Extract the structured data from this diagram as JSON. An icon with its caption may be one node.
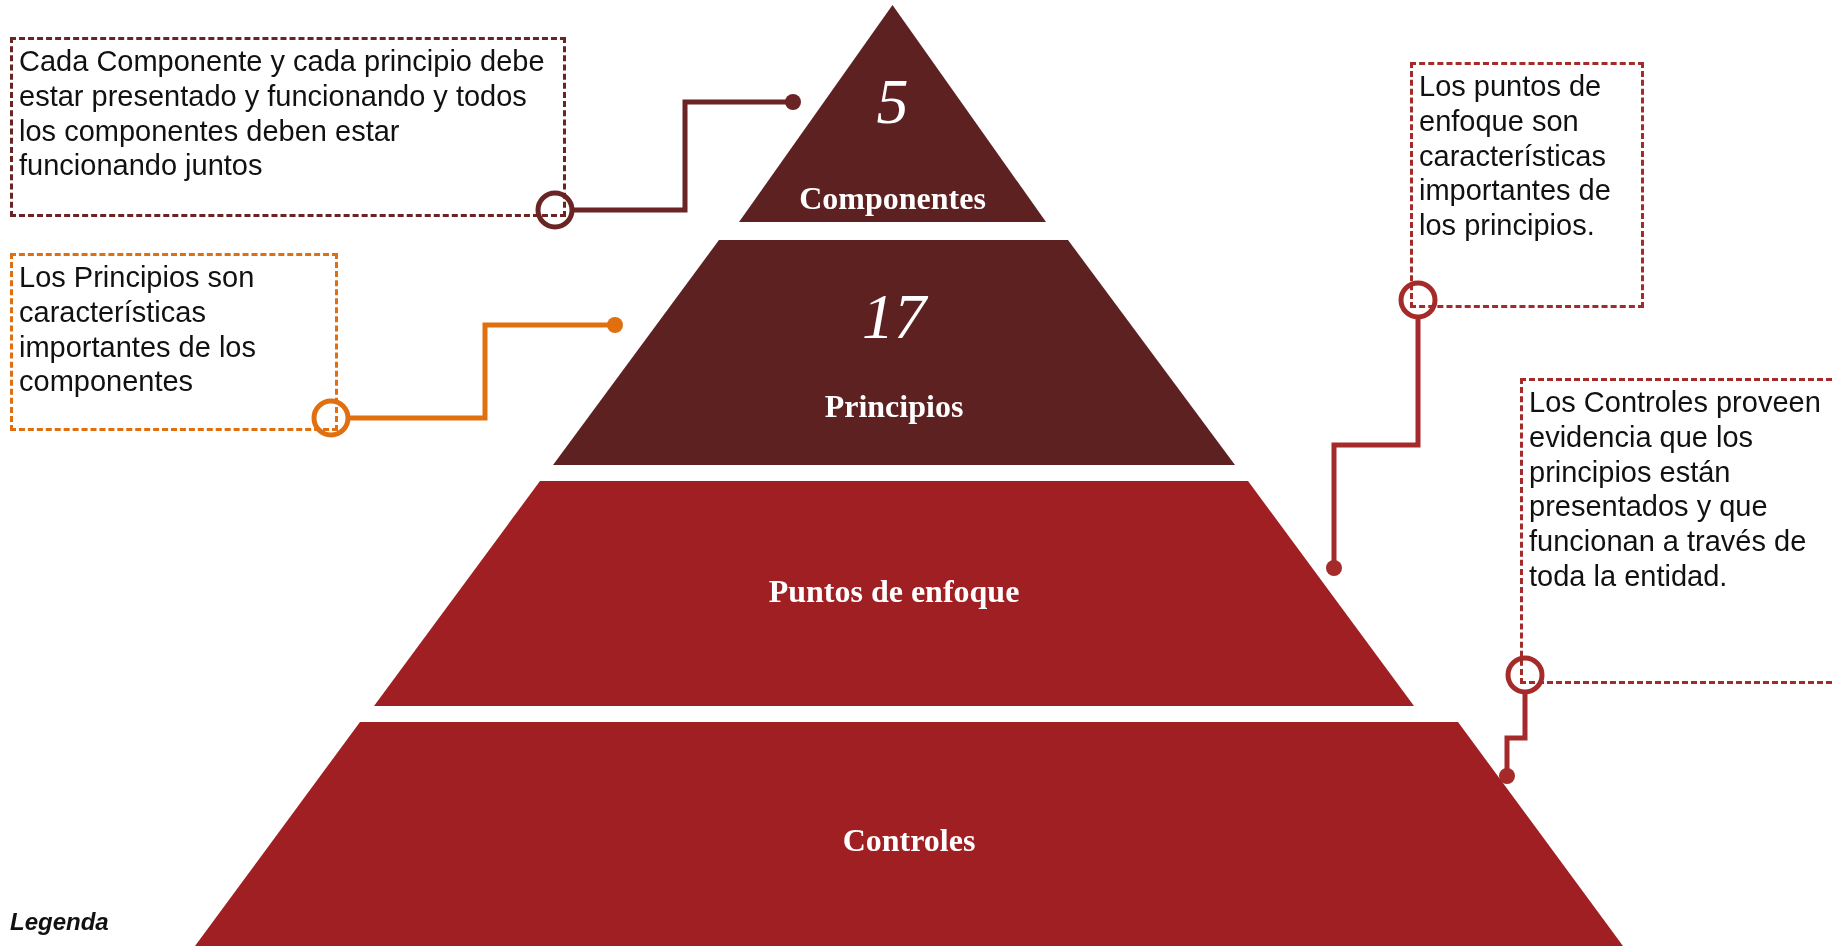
{
  "diagram": {
    "nodes": [
      {
        "text": [
          "5",
          "Componentes"
        ]
      },
      {
        "text": [
          "17",
          "Principios"
        ]
      },
      {
        "text": [
          "Puntos de enfoque"
        ]
      },
      {
        "text": [
          "Controles"
        ]
      },
      {
        "text": [
          "Cada Componente y cada principio debe estar presentado y funcionando y todos los componentes deben estar funcionando juntos"
        ]
      },
      {
        "text": [
          "Los Principios son características importantes de los componentes"
        ]
      },
      {
        "text": [
          "Los puntos de enfoque son características importantes de los principios."
        ]
      },
      {
        "text": [
          "Los Controles proveen evidencia que los principios están presentados y que funcionan a través de toda la entidad."
        ]
      }
    ],
    "edges": [
      {
        "from": 4,
        "to": 0,
        "arrow": "other",
        "color": "#6b2424"
      },
      {
        "from": 5,
        "to": 1,
        "arrow": "other",
        "color": "#e0700f"
      },
      {
        "from": 6,
        "to": 2,
        "arrow": "other"
      },
      {
        "from": 7,
        "to": 3,
        "arrow": "other"
      }
    ],
    "labels": [
      "Legenda"
    ]
  }
}
